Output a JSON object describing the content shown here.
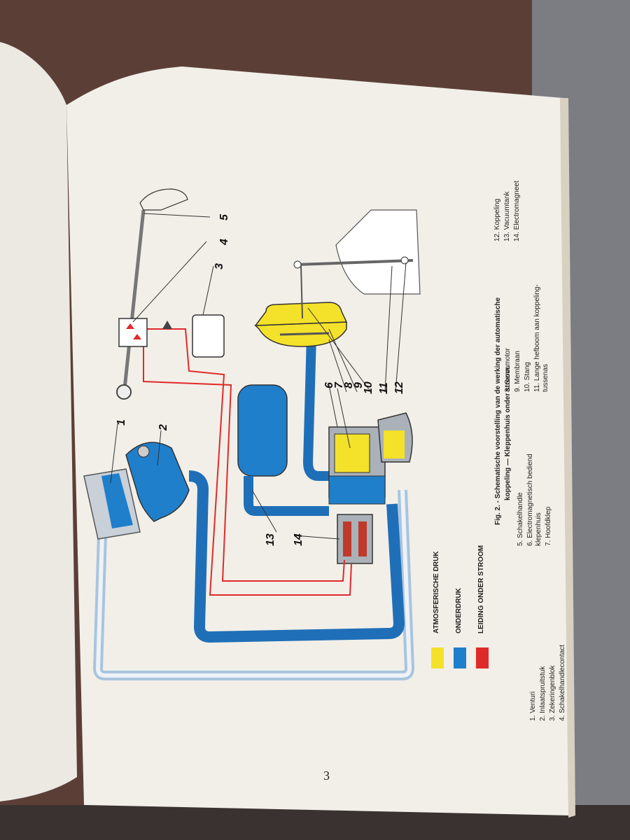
{
  "page_number": "3",
  "figure": {
    "caption_line1": "Fig. 2. - Schematische voorstelling van de werking der automatische",
    "caption_line2": "koppeling — Kleppenhuis onder stroom."
  },
  "legend": [
    {
      "label": "ATMOSFERISCHE DRUK",
      "color": "#f4e12a"
    },
    {
      "label": "ONDERDRUK",
      "color": "#1f7fcb"
    },
    {
      "label": "LEIDING ONDER STROOM",
      "color": "#e02a2a"
    }
  ],
  "parts": {
    "col1": [
      "1. Venturi",
      "2. Inlaatspruitstuk",
      "3. Zekeringenblok",
      "4. Schakelhandlecontact"
    ],
    "col2": [
      "5. Schakelhandle",
      "6. Electromagnetisch bediend",
      "    klepenhuis",
      "7. Hoofdklep"
    ],
    "col3": [
      "8. Servomotor",
      "9. Membraan",
      "10. Stang",
      "11. Lange hefboom aan koppeling-",
      "     tussenas"
    ],
    "col4": [
      "12. Koppeling",
      "13. Vacuumtank",
      "14. Electromagneet"
    ]
  },
  "callouts": [
    "1",
    "2",
    "3",
    "4",
    "5",
    "6",
    "7",
    "8",
    "9",
    "10",
    "11",
    "12",
    "13",
    "14"
  ]
}
